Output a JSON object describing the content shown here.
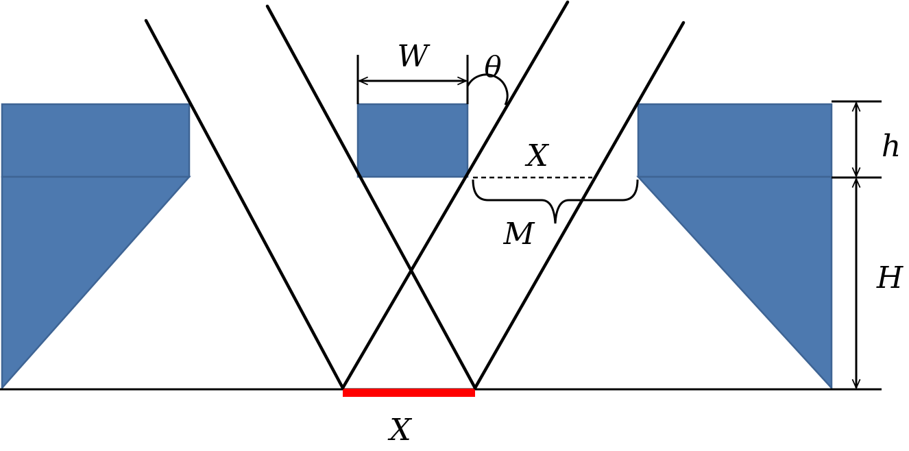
{
  "labels": {
    "slit_width": "W",
    "angle": "θ",
    "shift_top": "X",
    "mask_gap": "M",
    "upper_height": "h",
    "lower_height": "H",
    "shift_bottom": "X"
  },
  "colors": {
    "mask_fill": "#4d79af",
    "mask_edge": "#3e6494",
    "lines": "#000000",
    "overlap_bar": "#ff0000"
  }
}
